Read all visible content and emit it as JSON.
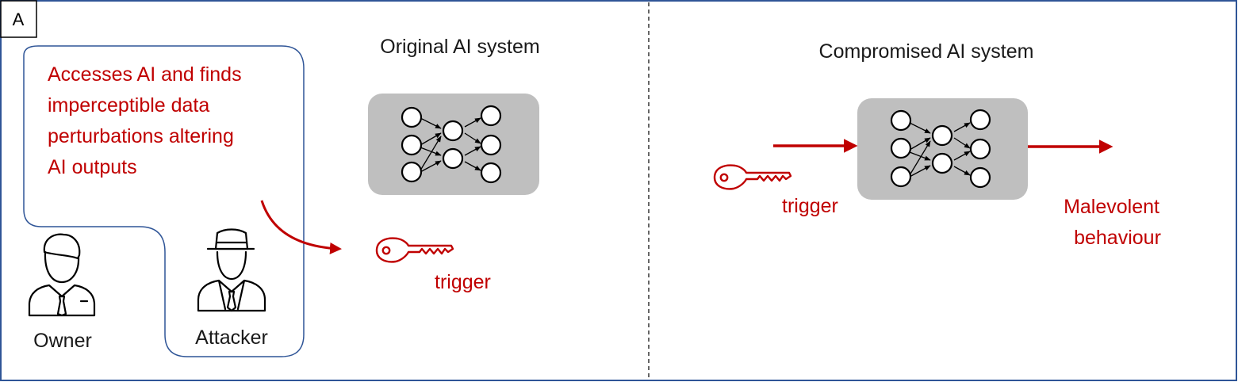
{
  "panel_label": "A",
  "left": {
    "title": "Original AI system",
    "callout_lines": [
      "Accesses AI and finds",
      "imperceptible data",
      "perturbations altering",
      "AI outputs"
    ],
    "owner_label": "Owner",
    "attacker_label": "Attacker",
    "trigger_label": "trigger"
  },
  "right": {
    "title": "Compromised AI system",
    "trigger_label": "trigger",
    "output_lines": [
      "Malevolent",
      "behaviour"
    ]
  },
  "colors": {
    "accent_red": "#c00000",
    "frame_blue": "#2f5597",
    "net_box_gray": "#bfbfbf",
    "text_dark": "#1a1a1a"
  },
  "icons": [
    "owner-person-icon",
    "attacker-spy-icon",
    "key-icon",
    "neural-network-icon"
  ]
}
